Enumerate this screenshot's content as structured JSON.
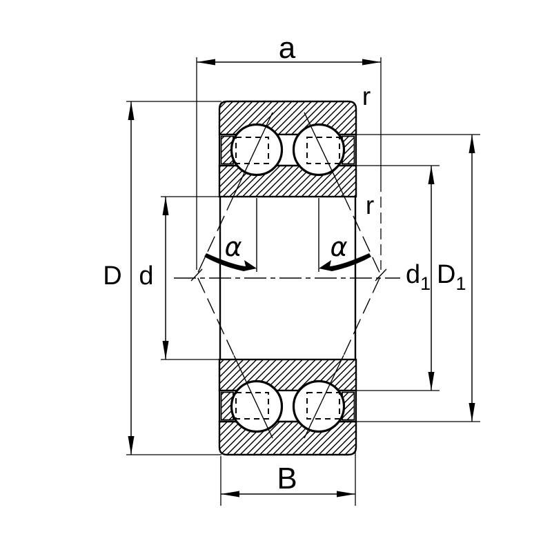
{
  "colors": {
    "line": "#000000",
    "background": "#ffffff"
  },
  "labels": {
    "a": "a",
    "B": "B",
    "D": "D",
    "d": "d",
    "d1": {
      "base": "d",
      "sub": "1"
    },
    "D1": {
      "base": "D",
      "sub": "1"
    },
    "r_outer_ring": "r",
    "r_inner_ring": "r",
    "alpha_left": "α",
    "alpha_right": "α"
  }
}
